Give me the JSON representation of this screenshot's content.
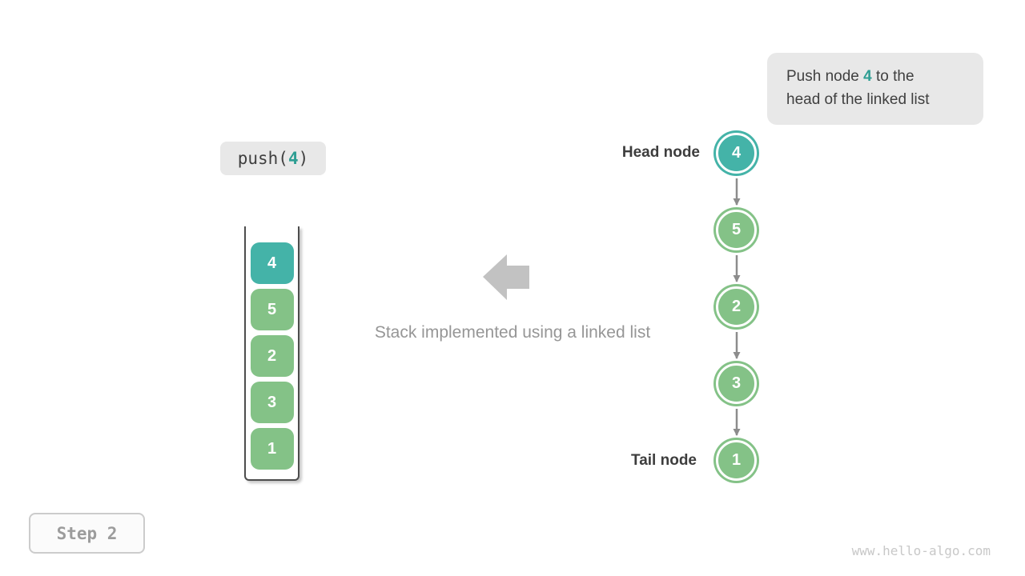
{
  "colors": {
    "teal": "#44b3a8",
    "green": "#84c287",
    "highlight_text": "#2e9e93",
    "callout_bg": "#e8e8e8",
    "big_arrow": "#c2c2c2",
    "connector": "#8c8c8c",
    "dark_text": "#3d3d3d",
    "caption_gray": "#969696"
  },
  "callout": {
    "line1_prefix": "Push node ",
    "highlight": "4",
    "line1_suffix": " to the",
    "line2": "head of the linked list"
  },
  "operation": {
    "prefix": "push(",
    "arg": "4",
    "suffix": ")"
  },
  "stack": {
    "items": [
      {
        "value": "4",
        "color": "teal"
      },
      {
        "value": "5",
        "color": "green"
      },
      {
        "value": "2",
        "color": "green"
      },
      {
        "value": "3",
        "color": "green"
      },
      {
        "value": "1",
        "color": "green"
      }
    ]
  },
  "caption": "Stack implemented using a linked list",
  "linked_list": {
    "head_label": "Head node",
    "tail_label": "Tail node",
    "nodes": [
      {
        "value": "4",
        "color": "teal"
      },
      {
        "value": "5",
        "color": "green"
      },
      {
        "value": "2",
        "color": "green"
      },
      {
        "value": "3",
        "color": "green"
      },
      {
        "value": "1",
        "color": "green"
      }
    ]
  },
  "step_badge": "Step 2",
  "watermark": "www.hello-algo.com"
}
